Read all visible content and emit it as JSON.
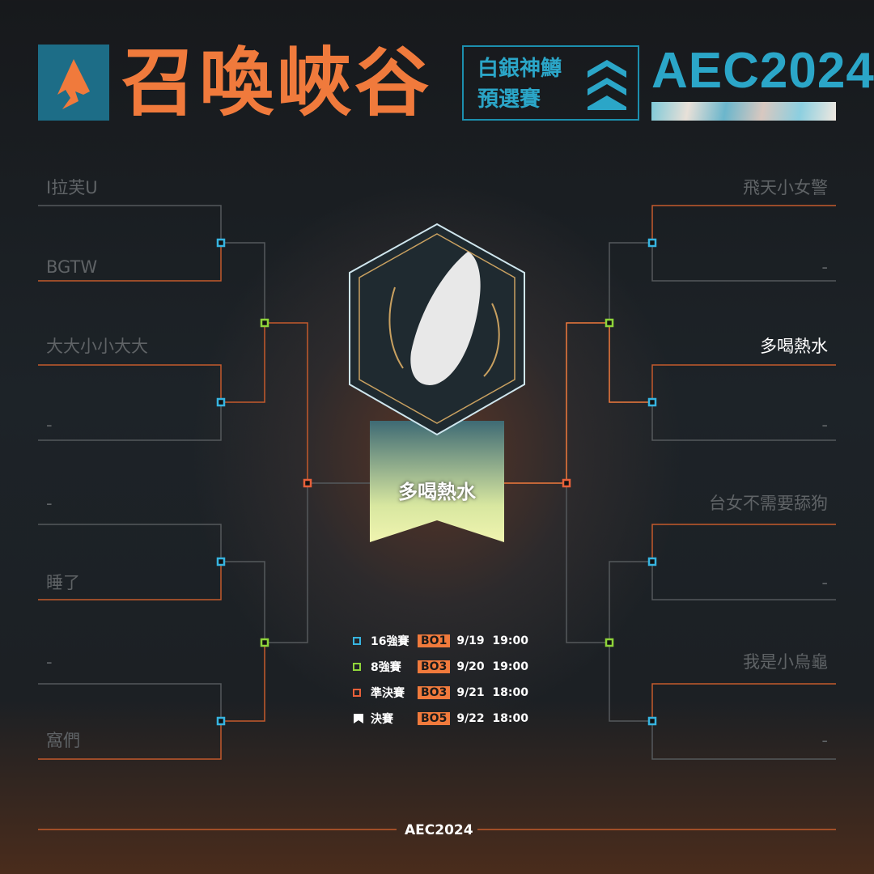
{
  "header": {
    "title": "召喚峽谷",
    "subtitle_line1": "白銀神鱒",
    "subtitle_line2": "預選賽",
    "event": "AEC2024"
  },
  "left": [
    "I拉芙U",
    "BGTW",
    "大大小小大大",
    "-",
    "-",
    "睡了",
    "-",
    "窩們"
  ],
  "right": [
    "飛天小女警",
    "-",
    "多喝熱水",
    "-",
    "台女不需要舔狗",
    "-",
    "我是小烏龜",
    "-"
  ],
  "champion": "多喝熱水",
  "legend": [
    {
      "stage": "16強賽",
      "format": "BO1",
      "date": "9/19",
      "time": "19:00",
      "color": "#37b4e0"
    },
    {
      "stage": "8強賽",
      "format": "BO3",
      "date": "9/20",
      "time": "19:00",
      "color": "#8fd43a"
    },
    {
      "stage": "準決賽",
      "format": "BO3",
      "date": "9/21",
      "time": "18:00",
      "color": "#e8603a"
    },
    {
      "stage": "決賽",
      "format": "BO5",
      "date": "9/22",
      "time": "18:00",
      "color": "#ffffff"
    }
  ],
  "footer": "AEC2024",
  "colors": {
    "orange": "#f07a3c",
    "teal": "#2ba6c8",
    "line_gray": "#55595c"
  }
}
